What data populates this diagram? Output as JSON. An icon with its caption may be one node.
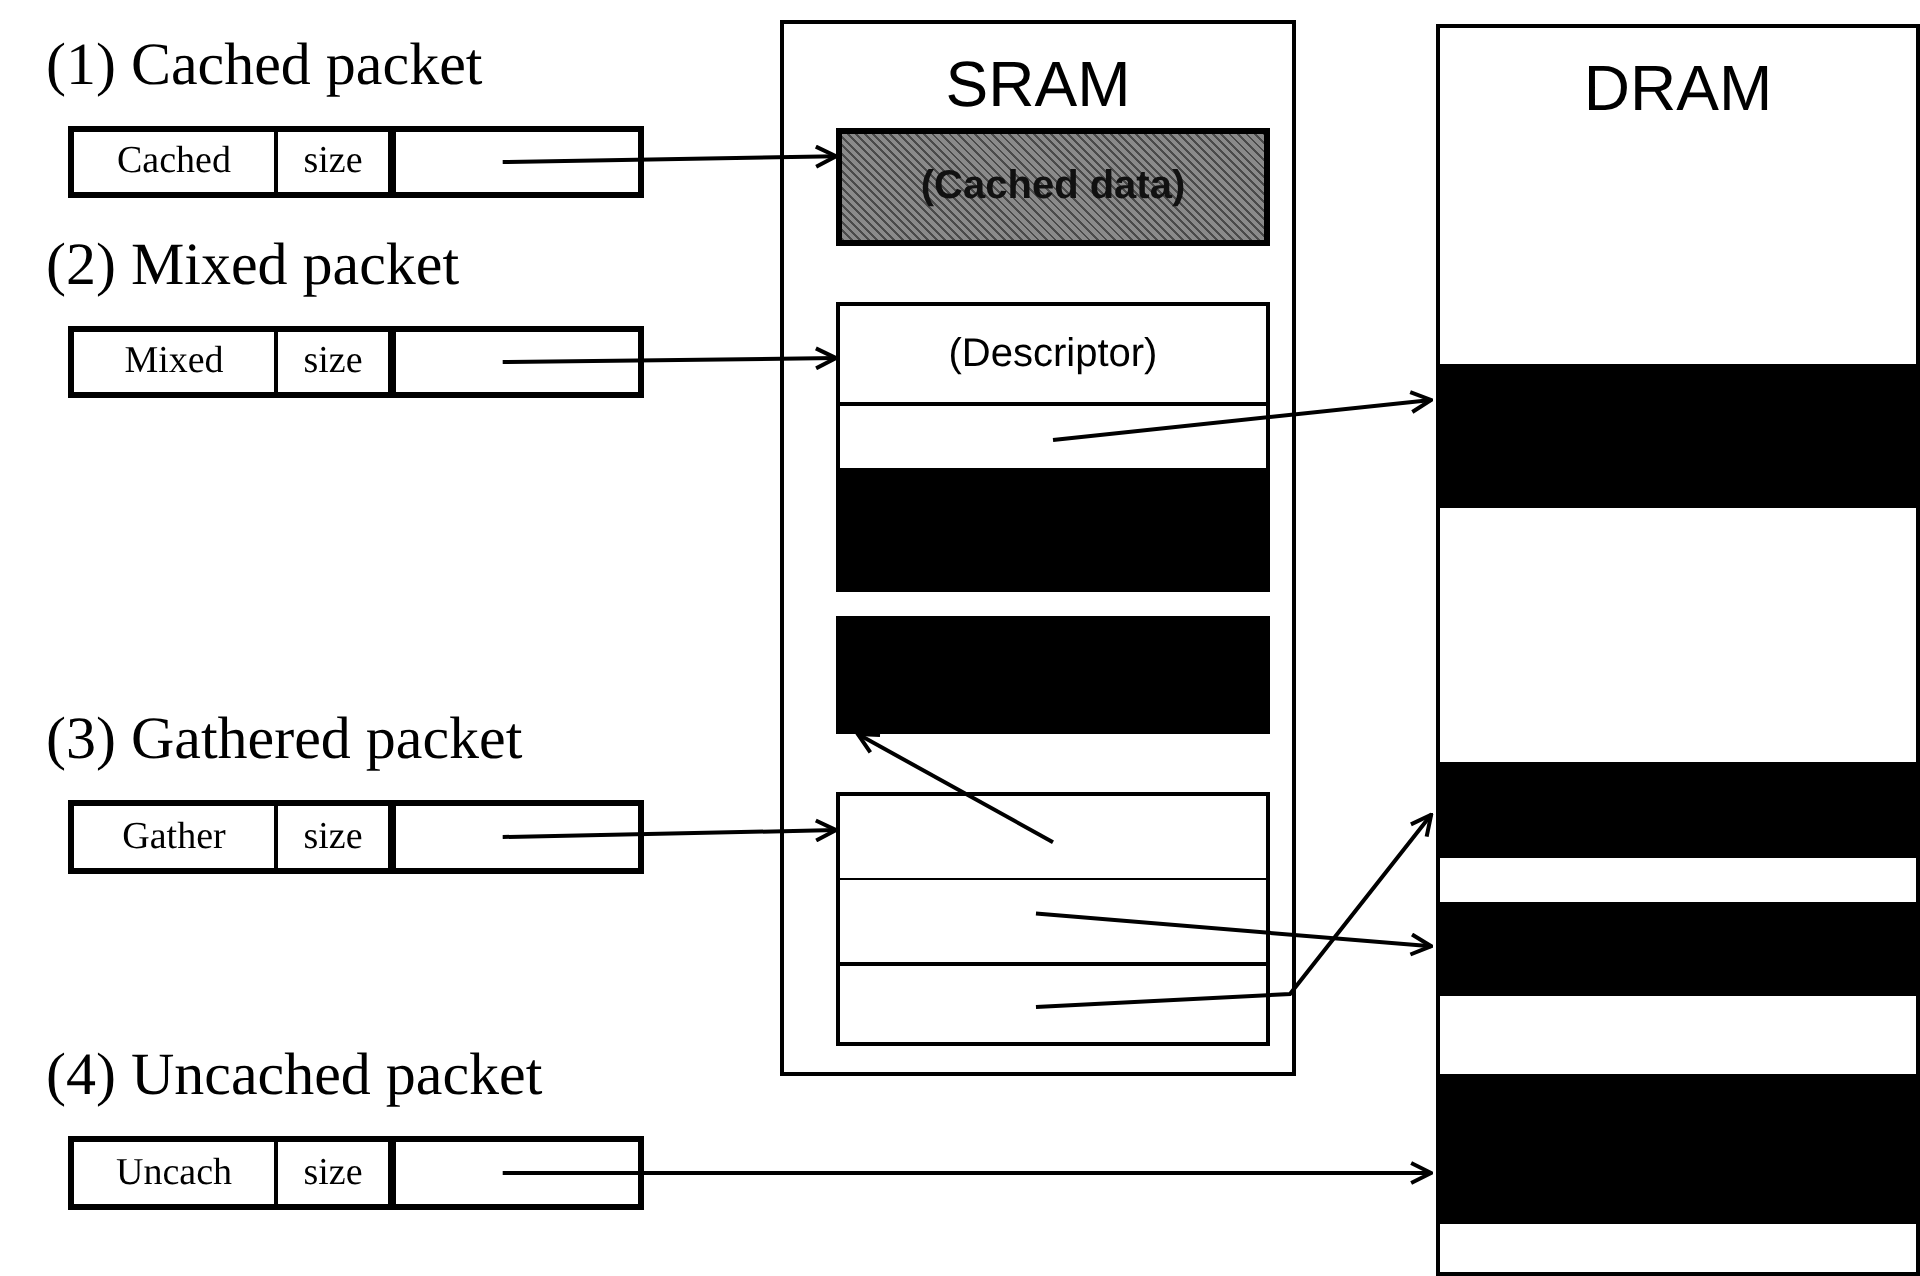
{
  "diagram": {
    "nodes": [
      {
        "text": [
          "(1) Cached packet"
        ]
      },
      {
        "text": [
          "Cached"
        ],
        "in": 0
      },
      {
        "text": [
          "size"
        ],
        "in": 0
      },
      {
        "text": [],
        "shape": "box",
        "in": 0
      },
      {
        "text": [
          "(2) Mixed packet"
        ]
      },
      {
        "text": [
          "Mixed"
        ],
        "in": 4
      },
      {
        "text": [
          "size"
        ],
        "in": 4
      },
      {
        "text": [],
        "shape": "box",
        "in": 4
      },
      {
        "text": [
          "(3) Gathered packet"
        ]
      },
      {
        "text": [
          "Gather"
        ],
        "in": 8
      },
      {
        "text": [
          "size"
        ],
        "in": 8
      },
      {
        "text": [],
        "shape": "box",
        "in": 8
      },
      {
        "text": [
          "(4) Uncached packet"
        ]
      },
      {
        "text": [
          "Uncach"
        ],
        "in": 12
      },
      {
        "text": [
          "size"
        ],
        "in": 12
      },
      {
        "text": [],
        "shape": "box",
        "in": 12
      },
      {
        "text": [
          "SRAM"
        ]
      },
      {
        "text": [
          "(Cached data)"
        ],
        "in": 16
      },
      {
        "text": [
          "(Descriptor)"
        ],
        "in": 16
      },
      {
        "text": [],
        "shape": "box",
        "in": 16
      },
      {
        "text": [],
        "shape": "bar",
        "in": 16
      },
      {
        "text": [],
        "shape": "bar",
        "in": 16
      },
      {
        "text": [],
        "shape": "box",
        "in": 16
      },
      {
        "text": [],
        "shape": "box",
        "in": 22
      },
      {
        "text": [],
        "shape": "box",
        "in": 22
      },
      {
        "text": [],
        "shape": "box",
        "in": 22
      },
      {
        "text": [
          "DRAM"
        ]
      },
      {
        "text": [],
        "shape": "bar",
        "in": 26
      },
      {
        "text": [],
        "shape": "bar",
        "in": 26
      },
      {
        "text": [],
        "shape": "bar",
        "in": 26
      },
      {
        "text": [],
        "shape": "bar",
        "in": 26
      }
    ],
    "edges": [
      {
        "from": 3,
        "to": 17,
        "arrow": "to"
      },
      {
        "from": 7,
        "to": 18,
        "arrow": "to"
      },
      {
        "from": 11,
        "to": 22,
        "arrow": "to"
      },
      {
        "from": 15,
        "to": 30,
        "arrow": "to"
      },
      {
        "from": 19,
        "to": 27,
        "arrow": "to"
      },
      {
        "from": 23,
        "to": 21,
        "arrow": "to"
      },
      {
        "from": 24,
        "to": 29,
        "arrow": "to"
      },
      {
        "from": 25,
        "to": 28,
        "arrow": "to"
      }
    ]
  }
}
